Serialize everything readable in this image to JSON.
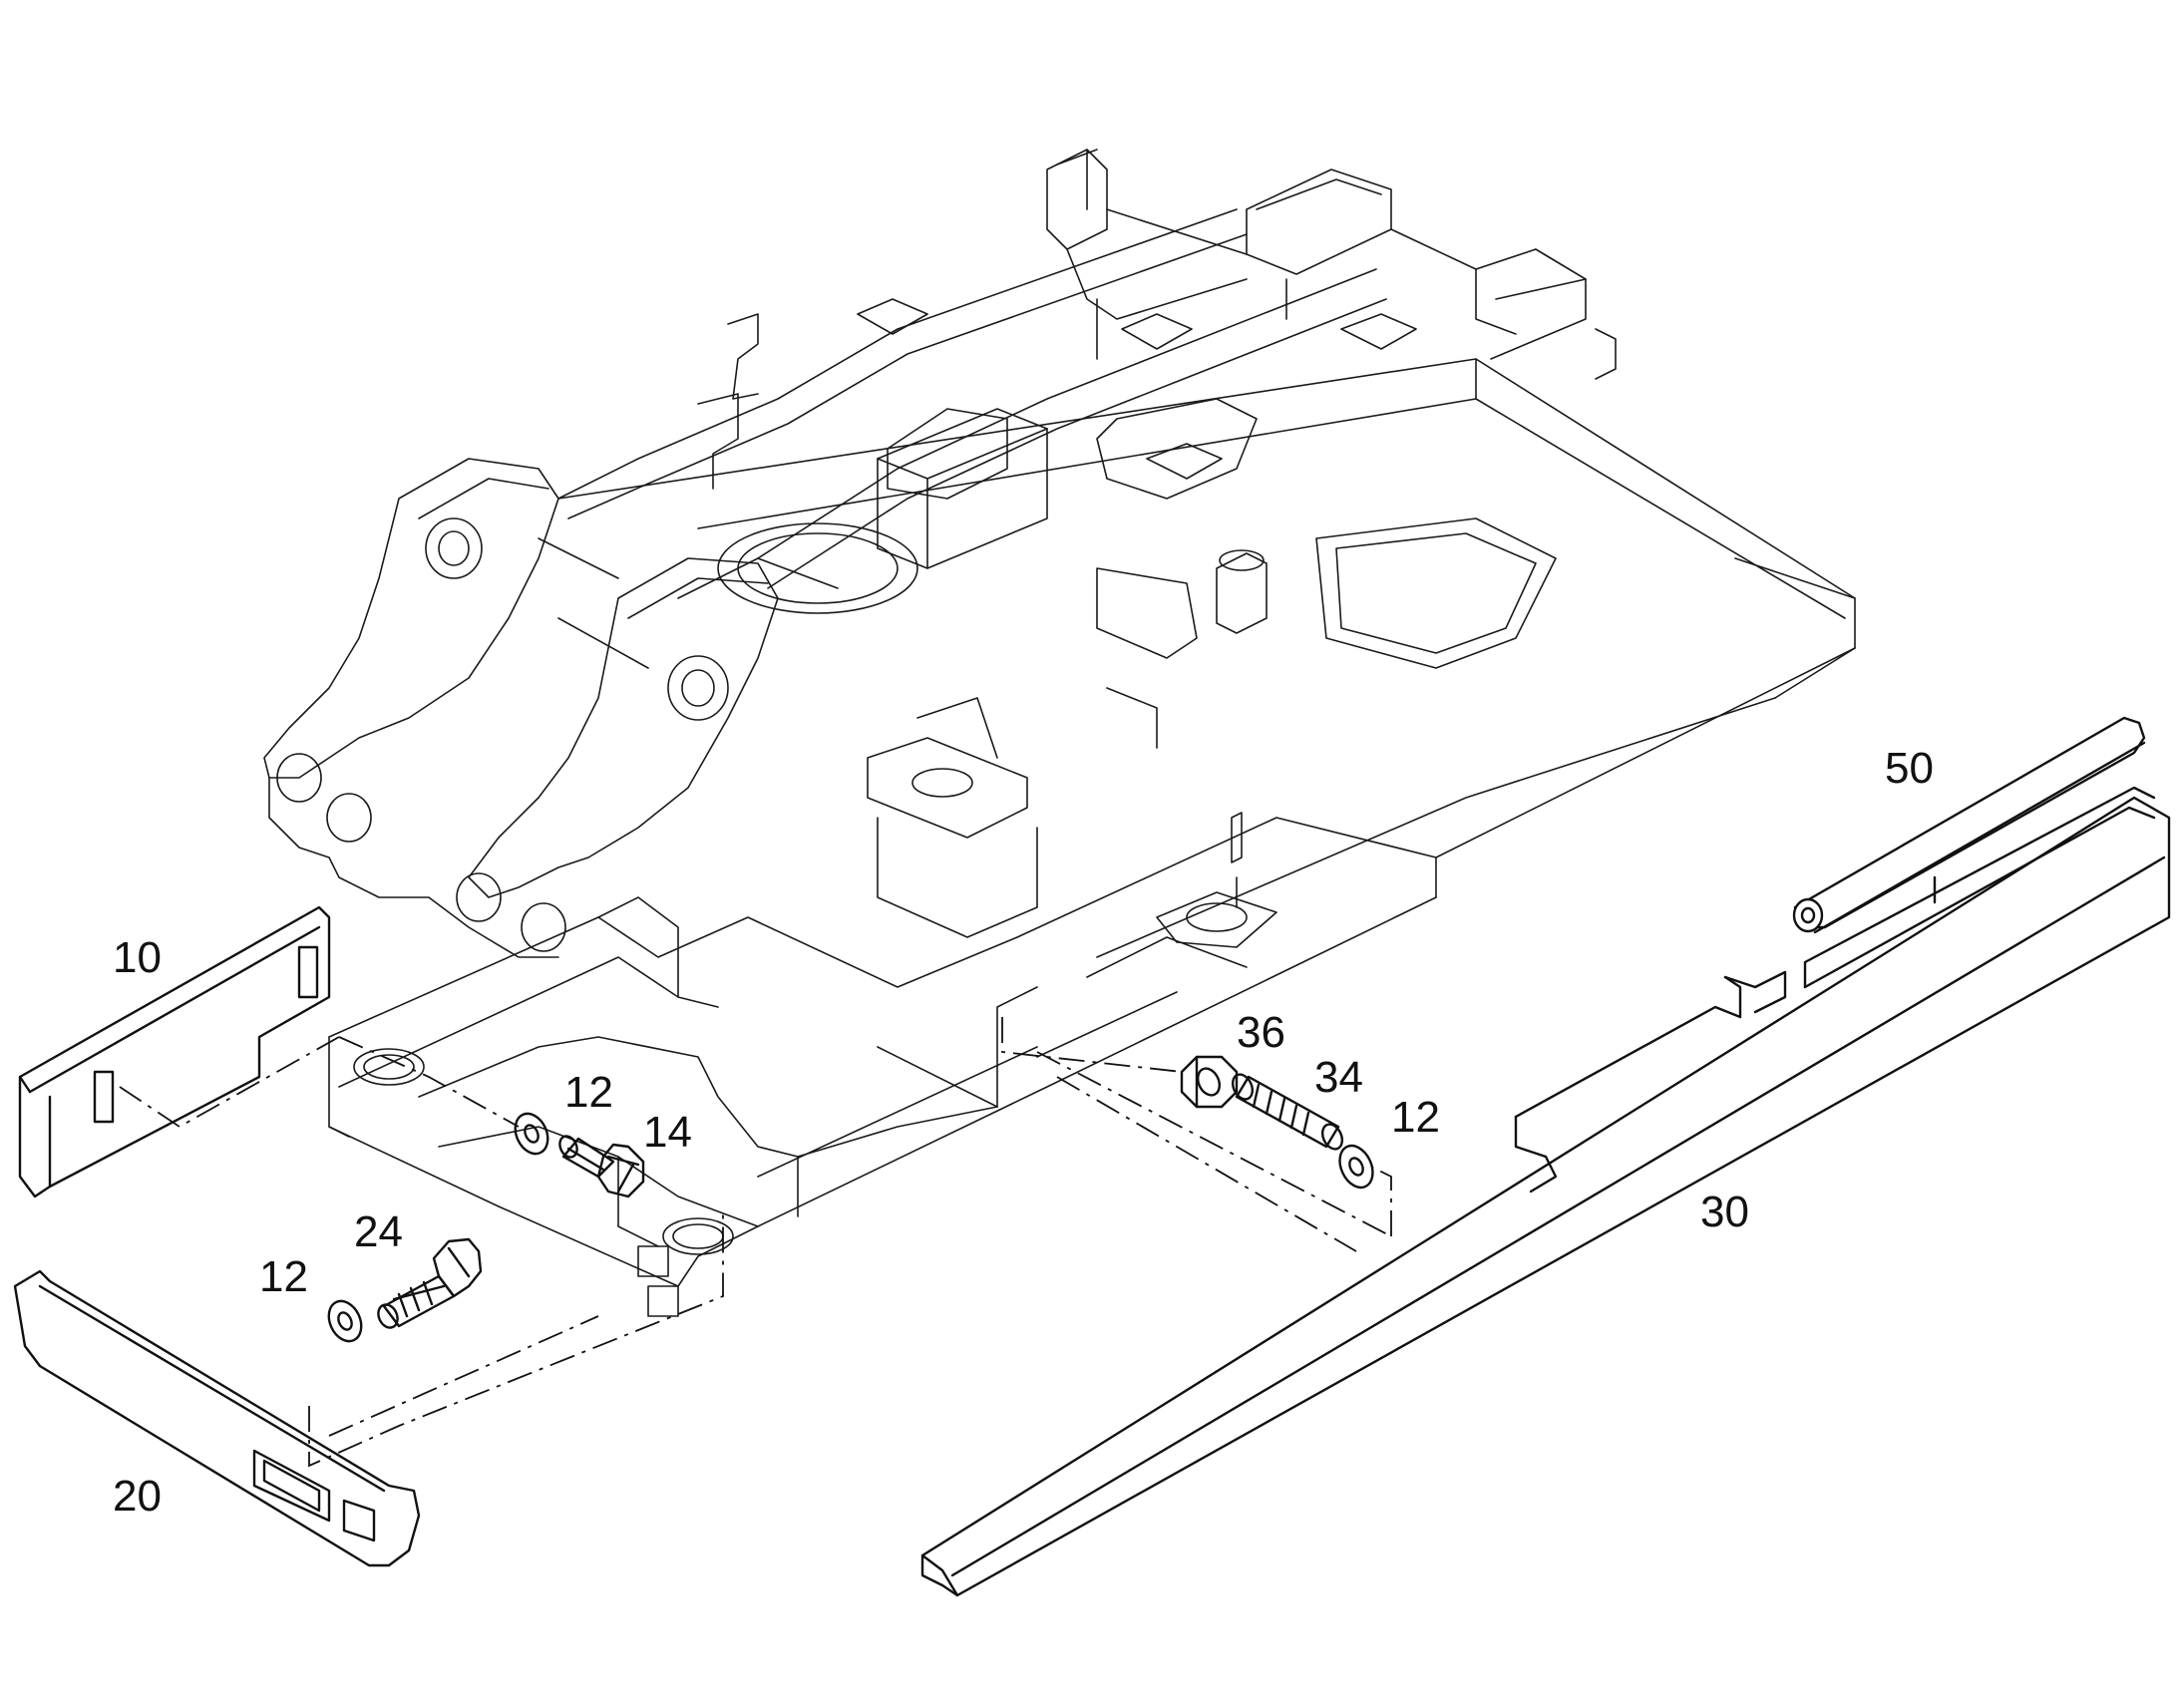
{
  "callouts": [
    {
      "id": "10",
      "label": "10"
    },
    {
      "id": "20",
      "label": "20"
    },
    {
      "id": "30",
      "label": "30"
    },
    {
      "id": "50",
      "label": "50"
    },
    {
      "id": "12a",
      "label": "12"
    },
    {
      "id": "14",
      "label": "14"
    },
    {
      "id": "24",
      "label": "24"
    },
    {
      "id": "12b",
      "label": "12"
    },
    {
      "id": "36",
      "label": "36"
    },
    {
      "id": "34",
      "label": "34"
    },
    {
      "id": "12c",
      "label": "12"
    }
  ],
  "colors": {
    "line": "#111111",
    "background": "#ffffff"
  }
}
